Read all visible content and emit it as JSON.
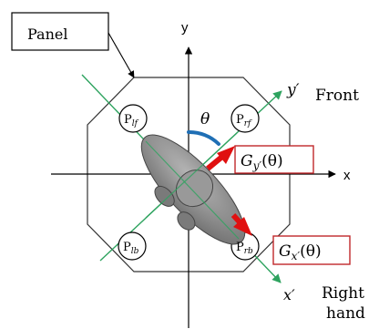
{
  "panel_label": "Panel",
  "axes": {
    "y": "y",
    "x": "x",
    "y_prime": "y′",
    "x_prime": "x′"
  },
  "orientation": {
    "front": "Front",
    "right_hand_line1": "Right",
    "right_hand_line2": "hand"
  },
  "angle_label": "θ",
  "sensors": [
    {
      "base": "P",
      "sub": "lf"
    },
    {
      "base": "P",
      "sub": "rf"
    },
    {
      "base": "P",
      "sub": "lb"
    },
    {
      "base": "P",
      "sub": "rb"
    }
  ],
  "forces": {
    "gy_base": "G",
    "gy_sub": "y′",
    "gy_arg": "(θ)",
    "gx_base": "G",
    "gx_sub": "x′",
    "gx_arg": "(θ)"
  },
  "colors": {
    "rotated_axes": "#2ea35f",
    "force_arrows": "#e01010",
    "force_box": "#c0282b",
    "angle_arc": "#1f6fb5",
    "body_fill": "#8c8c8c"
  }
}
